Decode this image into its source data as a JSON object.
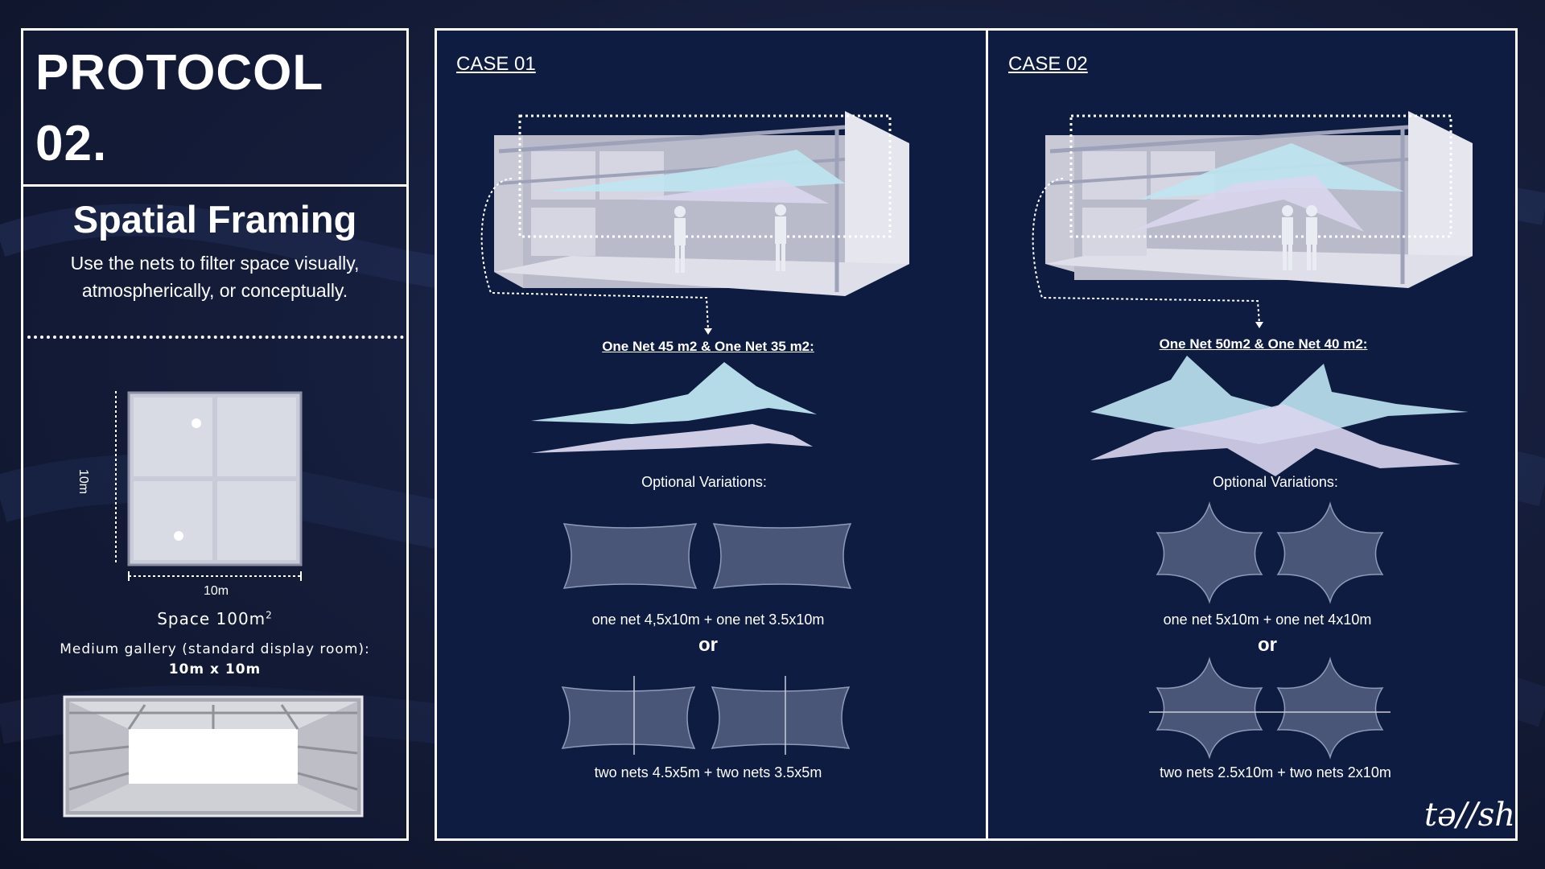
{
  "header": {
    "title_line1": "PROTOCOL",
    "title_line2": "02.",
    "heading": "Spatial Framing",
    "subtitle_line1": "Use the nets to filter space visually,",
    "subtitle_line2": "atmospherically, or conceptually."
  },
  "plan": {
    "dim_vertical": "10m",
    "dim_horizontal": "10m",
    "space_label": "Space 100m",
    "space_sup": "2",
    "room_desc": "Medium gallery (standard display room):",
    "room_size": "10m x 10m"
  },
  "case01": {
    "label": "CASE 01",
    "nets": "One Net 45 m2 & One Net 35 m2:",
    "optional": "Optional Variations:",
    "combo1": "one net 4,5x10m + one net 3.5x10m",
    "or": "or",
    "combo2": "two nets 4.5x5m + two nets 3.5x5m"
  },
  "case02": {
    "label": "CASE 02",
    "nets": "One Net 50m2 & One Net 40 m2:",
    "optional": "Optional Variations:",
    "combo1": "one net 5x10m + one net 4x10m",
    "or": "or",
    "combo2": "two nets 2.5x10m + two nets 2x10m"
  },
  "logo": {
    "text": "tə//sh"
  },
  "colors": {
    "panel_bg": "#0f1c42",
    "border": "#ffffff",
    "net": "#bfe6f2",
    "net_alt": "#d9d6ee"
  }
}
